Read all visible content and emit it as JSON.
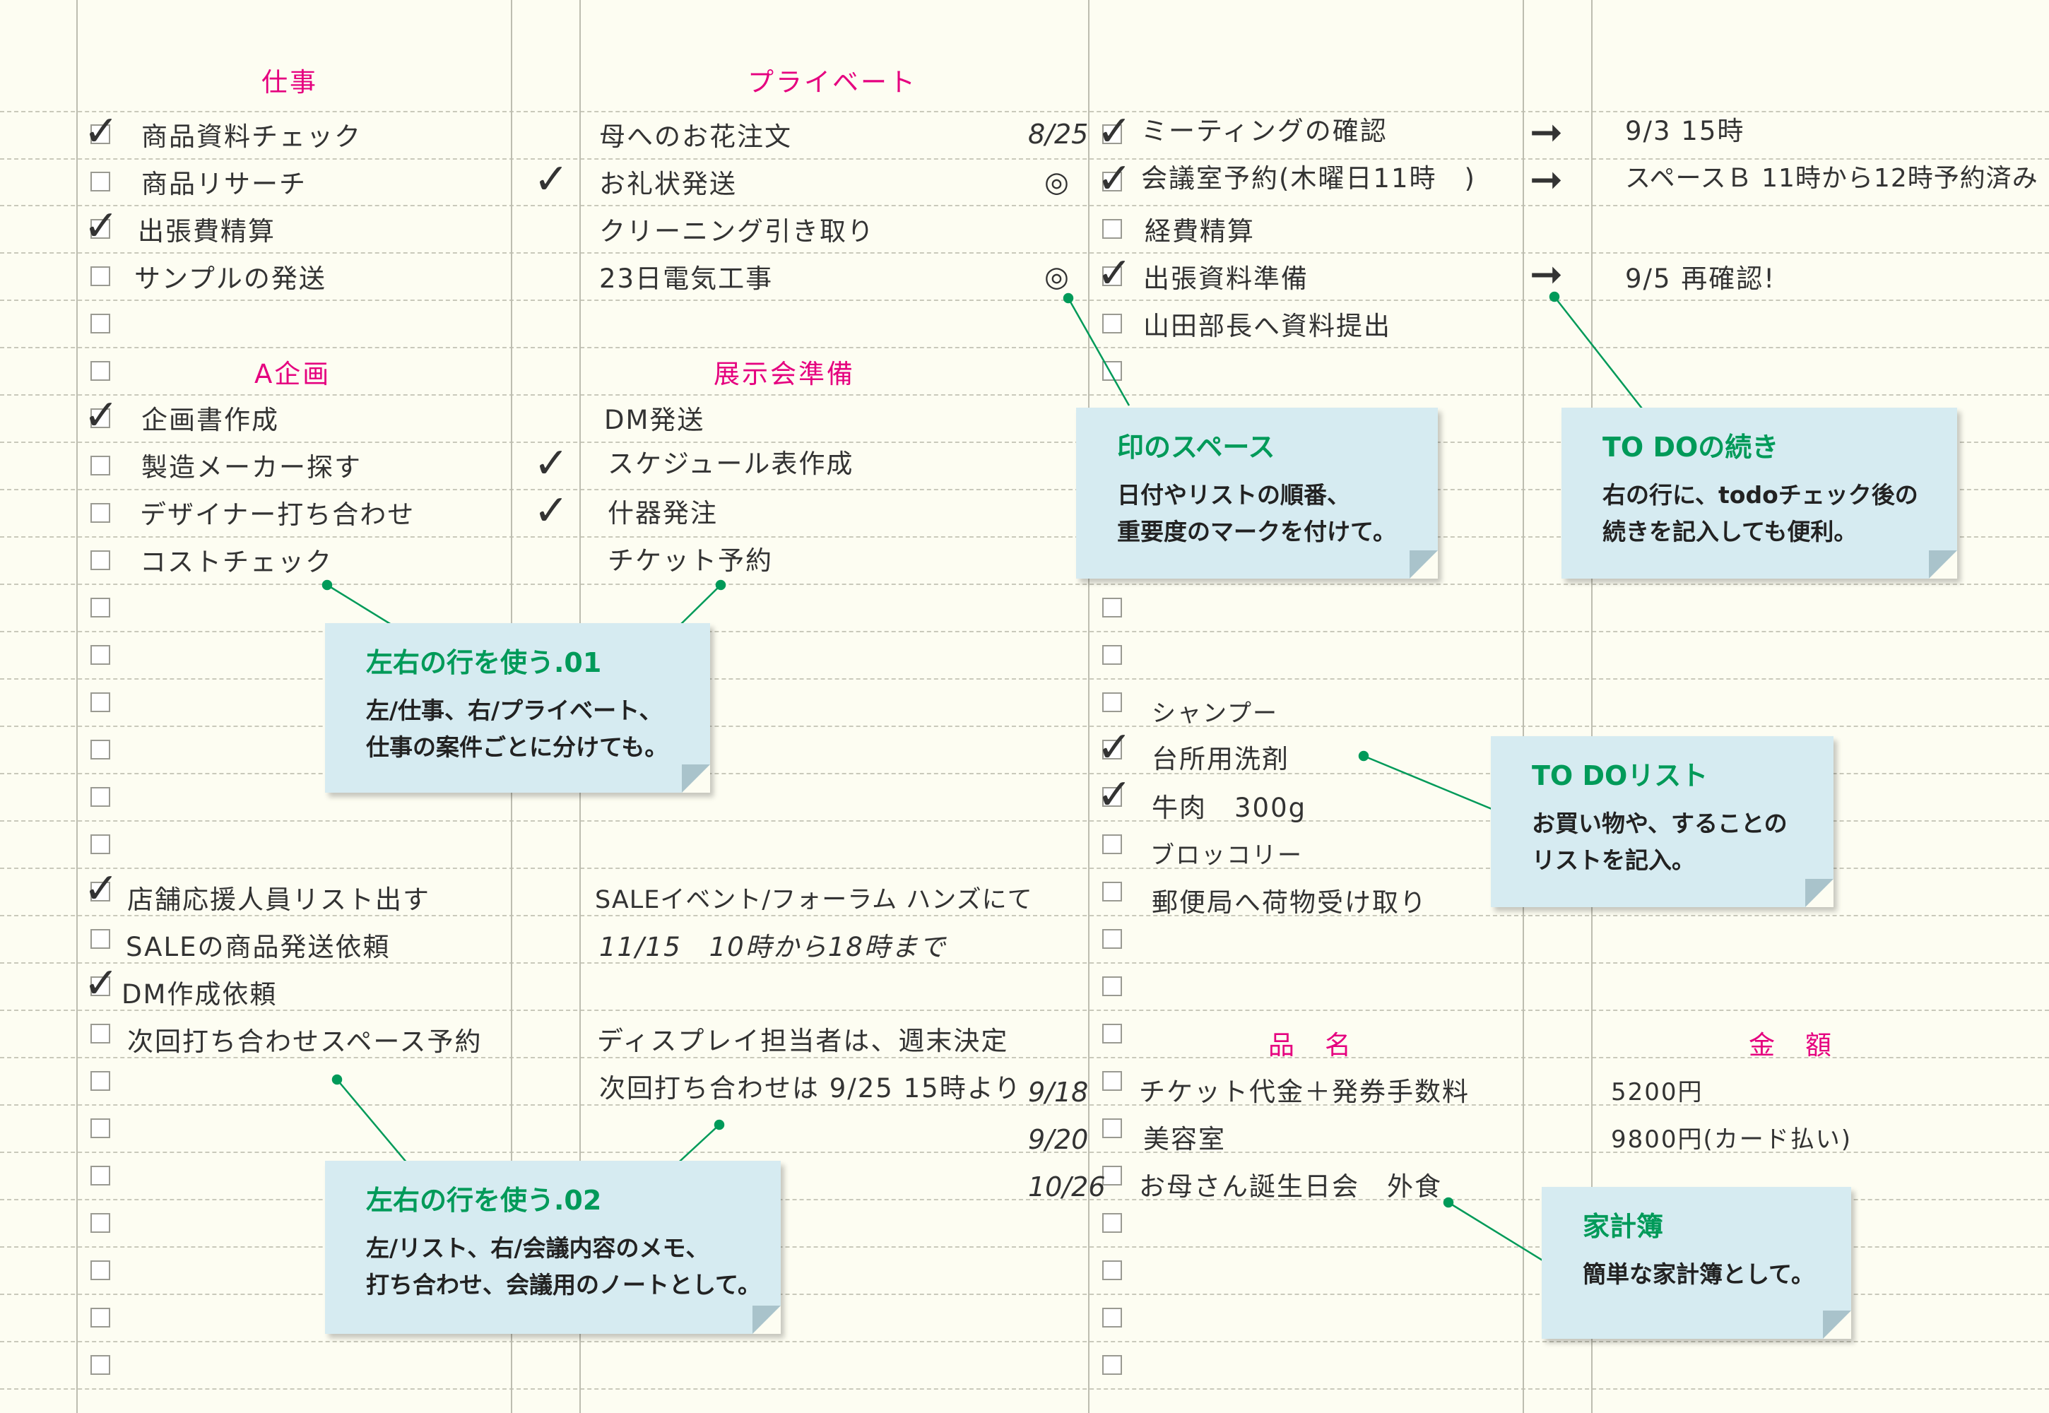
{
  "left_page": {
    "work_header": "仕事",
    "work_items": [
      {
        "text": "商品資料チェック",
        "checked": true
      },
      {
        "text": "商品リサーチ",
        "checked": false
      },
      {
        "text": "出張費精算",
        "checked": true
      },
      {
        "text": "サンプルの発送",
        "checked": false
      }
    ],
    "private_header": "プライベート",
    "private_items": [
      {
        "text": "母へのお花注文",
        "checked": false
      },
      {
        "text": "お礼状発送",
        "checked": true
      },
      {
        "text": "クリーニング引き取り",
        "checked": false
      },
      {
        "text": "23日電気工事",
        "checked": false
      }
    ],
    "plan_header": "A企画",
    "plan_items": [
      {
        "text": "企画書作成",
        "checked": true
      },
      {
        "text": "製造メーカー探す",
        "checked": false
      },
      {
        "text": "デザイナー打ち合わせ",
        "checked": false
      },
      {
        "text": "コストチェック",
        "checked": false
      }
    ],
    "expo_header": "展示会準備",
    "expo_items": [
      {
        "text": "DM発送",
        "checked": false
      },
      {
        "text": "スケジュール表作成",
        "checked": true
      },
      {
        "text": "什器発注",
        "checked": true
      },
      {
        "text": "チケット予約",
        "checked": false
      }
    ],
    "list_items": [
      {
        "text": "店舗応援人員リスト出す",
        "checked": true
      },
      {
        "text": "SALEの商品発送依頼",
        "checked": false
      },
      {
        "text": "DM作成依頼",
        "checked": true
      },
      {
        "text": "次回打ち合わせスペース予約",
        "checked": false
      }
    ],
    "memo_lines": [
      "SALEイベント/フォーラム ハンズにて",
      "11/15　10時から18時まで",
      "ディスプレイ担当者は、週末決定",
      "次回打ち合わせは 9/25 15時より"
    ]
  },
  "right_page": {
    "todo_top": [
      {
        "date": "8/25",
        "text": "ミーティングの確認",
        "checked": true,
        "followup": "9/3 15時"
      },
      {
        "date": "◎",
        "text": "会議室予約(木曜日11時　)",
        "checked": true,
        "followup": "スペースＢ 11時から12時予約済み"
      },
      {
        "date": "",
        "text": "経費精算",
        "checked": false,
        "followup": ""
      },
      {
        "date": "◎",
        "text": "出張資料準備",
        "checked": true,
        "followup": "9/5 再確認!"
      },
      {
        "date": "",
        "text": "山田部長へ資料提出",
        "checked": false,
        "followup": ""
      }
    ],
    "shopping": [
      {
        "text": "シャンプー",
        "checked": false
      },
      {
        "text": "台所用洗剤",
        "checked": true
      },
      {
        "text": "牛肉　300g",
        "checked": true
      },
      {
        "text": "ブロッコリー",
        "checked": false
      },
      {
        "text": "郵便局へ荷物受け取り",
        "checked": false
      }
    ],
    "item_header": "品　名",
    "amount_header": "金　額",
    "budget": [
      {
        "date": "9/18",
        "item": "チケット代金＋発券手数料",
        "amount": "5200円"
      },
      {
        "date": "9/20",
        "item": "美容室",
        "amount": "9800円(カード払い)"
      },
      {
        "date": "10/26",
        "item": "お母さん誕生日会　外食",
        "amount": ""
      }
    ]
  },
  "notes": {
    "note1": {
      "title": "左右の行を使う.01",
      "body": "左/仕事、右/プライベート、\n仕事の案件ごとに分けても。"
    },
    "note2": {
      "title": "左右の行を使う.02",
      "body": "左/リスト、右/会議内容のメモ、\n打ち合わせ、会議用のノートとして。"
    },
    "note3": {
      "title": "印のスペース",
      "body": "日付やリストの順番、\n重要度のマークを付けて。"
    },
    "note4": {
      "title": "TO DOの続き",
      "body": "右の行に、todoチェック後の\n続きを記入しても便利。"
    },
    "note5": {
      "title": "TO DOリスト",
      "body": "お買い物や、することの\nリストを記入。"
    },
    "note6": {
      "title": "家計簿",
      "body": "簡単な家計簿として。"
    }
  },
  "colors": {
    "header": "#e5007f",
    "note_title": "#009a59",
    "note_bg": "#d6ebf1",
    "leader": "#009a59"
  },
  "icons": {
    "check": "check-mark-icon",
    "box": "checkbox-icon",
    "arrow": "right-arrow-icon",
    "mark": "double-circle-icon"
  }
}
